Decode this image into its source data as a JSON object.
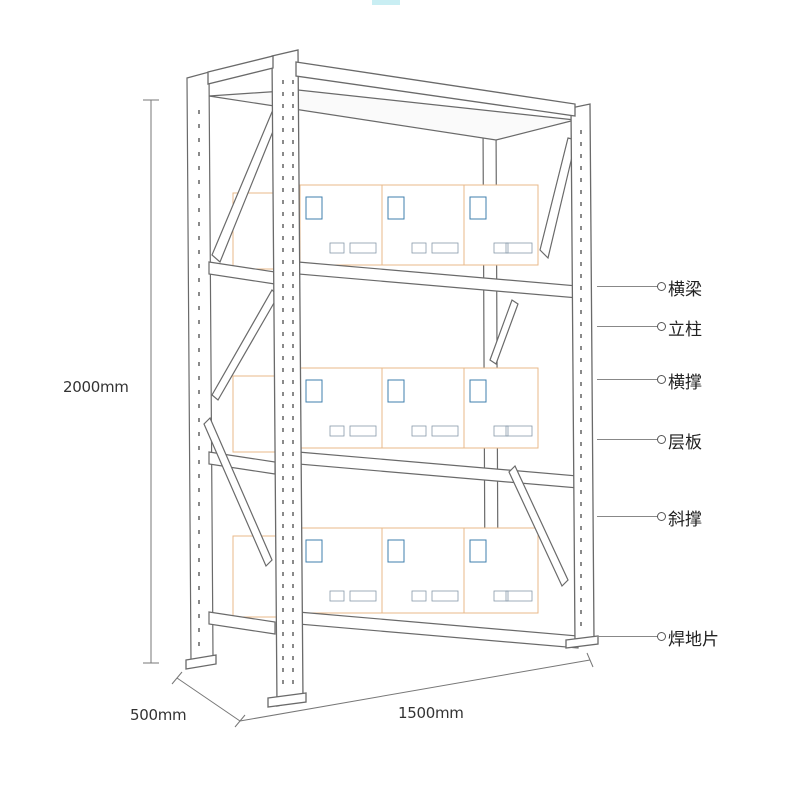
{
  "dimensions": {
    "height": "2000mm",
    "depth": "500mm",
    "width": "1500mm"
  },
  "parts": [
    {
      "id": "beam",
      "label": "横梁"
    },
    {
      "id": "upright",
      "label": "立柱"
    },
    {
      "id": "cross-brace",
      "label": "横撑"
    },
    {
      "id": "shelf-panel",
      "label": "层板"
    },
    {
      "id": "diagonal-brace",
      "label": "斜撑"
    },
    {
      "id": "base-plate",
      "label": "焊地片"
    }
  ],
  "colors": {
    "frame_stroke": "#666666",
    "box_edge": "#e9b98a",
    "box_label": "#3f7fae",
    "accent_top": "#c9eef3"
  }
}
